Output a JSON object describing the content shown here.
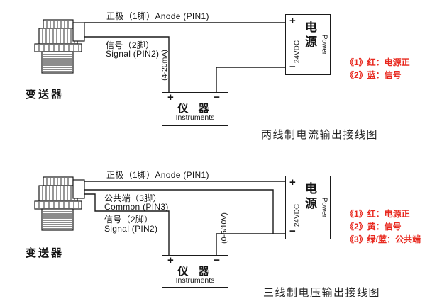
{
  "shared": {
    "transmitter": "变送器",
    "anode": "正极（1脚）Anode (PIN1)",
    "signal_cn": "信号（2脚）",
    "signal_en": "Signal (PIN2)",
    "instrument_cn": "仪 器",
    "instrument_en": "Instruments",
    "plus": "+",
    "minus": "−",
    "power_cn1": "电",
    "power_cn2": "源",
    "power_voltage": "24VDC",
    "power_en": "Power"
  },
  "d1": {
    "loop": "(4-20mA)",
    "title": "两线制电流输出接线图",
    "notes": [
      "《1》红：电源正",
      "《2》蓝：信号"
    ]
  },
  "d2": {
    "common_cn": "公共端（3脚）",
    "common_en": "Common (PIN3)",
    "output": "(0-5/10V)",
    "title": "三线制电压输出接线图",
    "notes": [
      "《1》红：电源正",
      "《2》黄：信号",
      "《3》绿/蓝：公共端"
    ]
  },
  "colors": {
    "note_red": "#e8281e",
    "line": "#1a1a1a"
  }
}
